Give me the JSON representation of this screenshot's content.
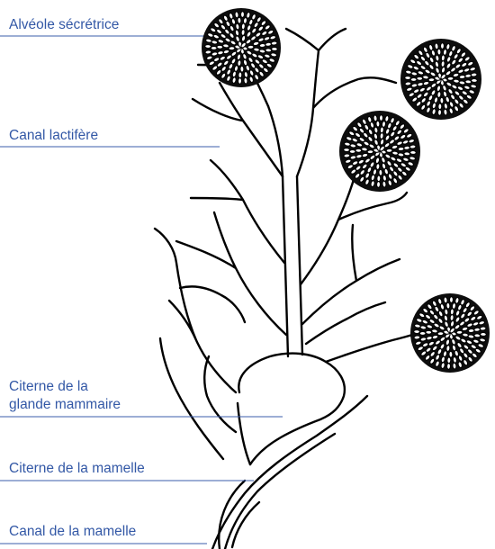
{
  "labels": {
    "alveole": "Alvéole sécrétrice",
    "canal_lactifere": "Canal lactifère",
    "citerne_glande_line1": "Citerne de la",
    "citerne_glande_line2": "glande mammaire",
    "citerne_mamelle": "Citerne de la mamelle",
    "canal_mamelle": "Canal de la mamelle"
  },
  "colors": {
    "label_text": "#3358a6",
    "leader_line": "#3b5cab",
    "structure_outline": "#000000"
  }
}
